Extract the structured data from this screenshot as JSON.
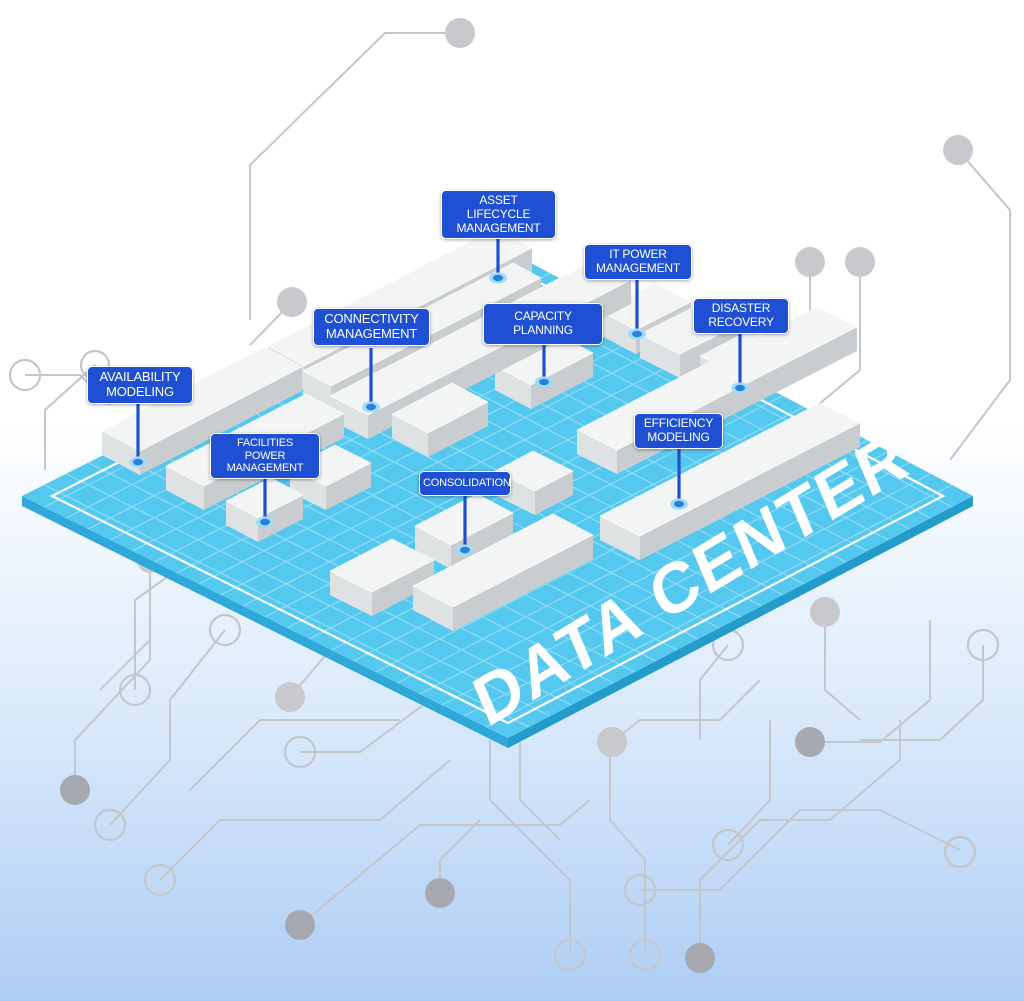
{
  "board_text": "DATA CENTER",
  "colors": {
    "board": "#54c8ee",
    "board_border": "#ffffff",
    "grid": "#8fdcf5",
    "block_top": "#f3f4f4",
    "block_left": "#dfe2e3",
    "block_right": "#c9cdcf",
    "label_bg": "#1f4fd3",
    "pin": "#2a7fe0"
  },
  "labels": {
    "asset_lifecycle": [
      "ASSET LIFECYCLE",
      "MANAGEMENT"
    ],
    "it_power": [
      "IT POWER",
      "MANAGEMENT"
    ],
    "connectivity": [
      "CONNECTIVITY",
      "MANAGEMENT"
    ],
    "capacity_planning": [
      "CAPACITY PLANNING"
    ],
    "disaster_recovery": [
      "DISASTER",
      "RECOVERY"
    ],
    "availability_modeling": [
      "AVAILABILITY",
      "MODELING"
    ],
    "facilities_power": [
      "FACILITIES POWER",
      "MANAGEMENT"
    ],
    "efficiency_modeling": [
      "EFFICIENCY",
      "MODELING"
    ],
    "consolidation": [
      "CONSOLIDATION"
    ]
  }
}
